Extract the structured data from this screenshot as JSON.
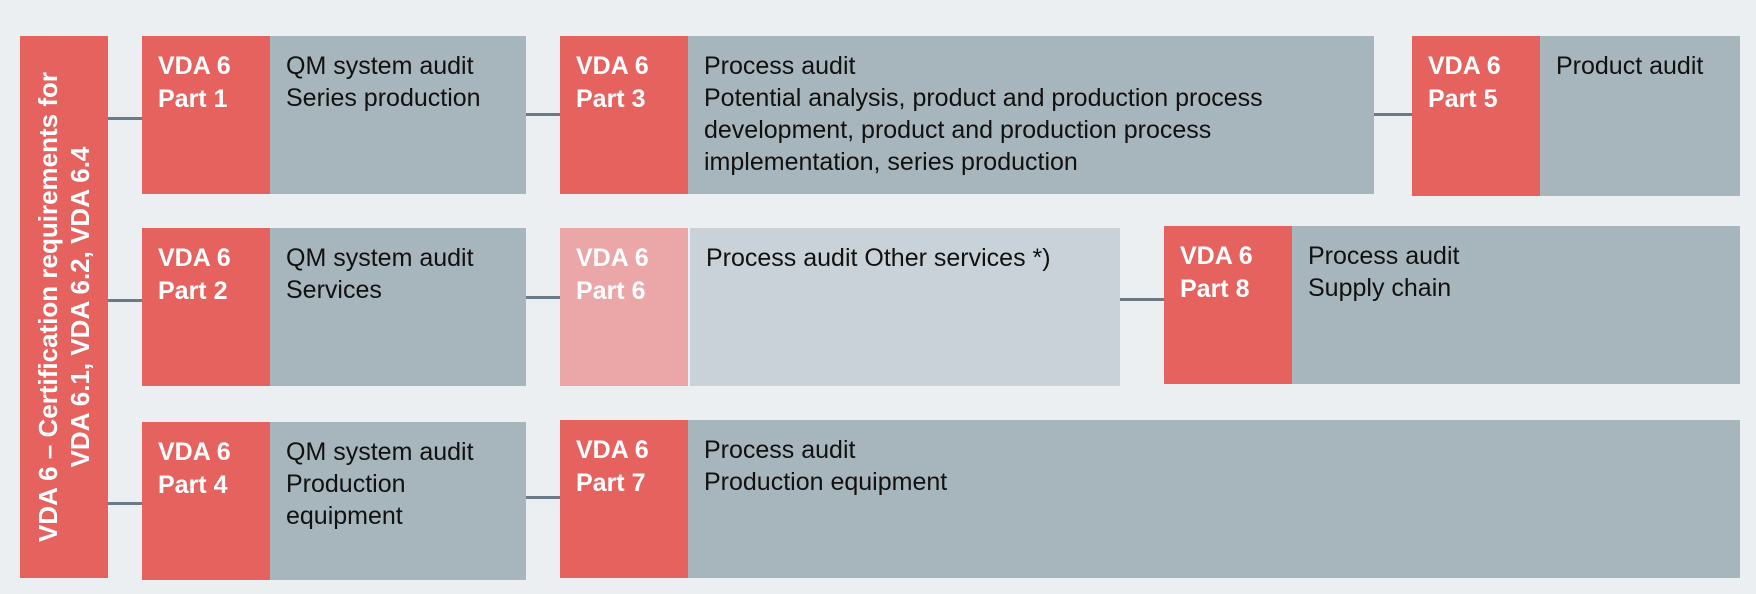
{
  "side_label": {
    "line1": "VDA 6 – Certification requirements for",
    "line2": "VDA 6.1, VDA 6.2, VDA 6.4"
  },
  "boxes": [
    {
      "line1": "VDA 6",
      "line2": "Part 1",
      "desc": [
        "QM system audit",
        "Series production"
      ]
    },
    {
      "line1": "VDA 6",
      "line2": "Part 3",
      "desc": [
        "Process audit",
        "Potential analysis, product and production process",
        "development, product and production process",
        "implementation, series production"
      ]
    },
    {
      "line1": "VDA 6",
      "line2": "Part 5",
      "desc": [
        "Product audit"
      ]
    },
    {
      "line1": "VDA 6",
      "line2": "Part 2",
      "desc": [
        "QM system audit",
        "Services"
      ]
    },
    {
      "line1": "VDA 6",
      "line2": "Part 6",
      "desc": [
        "Process audit Other  services *)"
      ]
    },
    {
      "line1": "VDA 6",
      "line2": "Part 8",
      "desc": [
        "Process audit",
        "Supply chain"
      ]
    },
    {
      "line1": "VDA 6",
      "line2": "Part 4",
      "desc": [
        "QM system audit",
        "Production",
        "equipment"
      ]
    },
    {
      "line1": "VDA 6",
      "line2": "Part 7",
      "desc": [
        "Process audit",
        "Production equipment"
      ]
    }
  ]
}
